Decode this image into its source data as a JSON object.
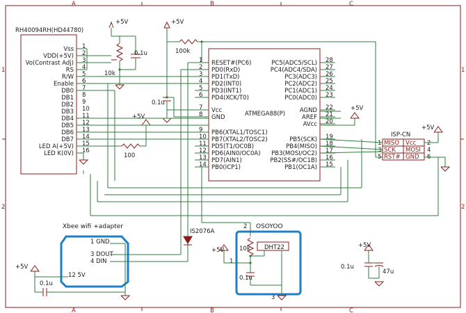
{
  "frame": {
    "columns": [
      "A",
      "B",
      "C"
    ],
    "rows": [
      "1",
      "2"
    ]
  },
  "lcd": {
    "title": "RH40094RH(HD44780)",
    "pins": [
      {
        "label": "Vss",
        "num": "1"
      },
      {
        "label": "VDD(+5V)",
        "num": "2"
      },
      {
        "label": "Vo(Contrast Adj)",
        "num": "3"
      },
      {
        "label": "RS",
        "num": "4"
      },
      {
        "label": "R/W",
        "num": "5"
      },
      {
        "label": "Enable",
        "num": "6"
      },
      {
        "label": "DB0",
        "num": "7"
      },
      {
        "label": "DB1",
        "num": "8"
      },
      {
        "label": "DB2",
        "num": "9"
      },
      {
        "label": "DB3",
        "num": "10"
      },
      {
        "label": "DB4",
        "num": "11"
      },
      {
        "label": "DB5",
        "num": "12"
      },
      {
        "label": "DB6",
        "num": "13"
      },
      {
        "label": "DB7",
        "num": "14"
      },
      {
        "label": "LED A(+5V)",
        "num": "15"
      },
      {
        "label": "LED K(0V)",
        "num": "16"
      }
    ]
  },
  "mcu": {
    "name": "ATMEGA88(P)",
    "left_pins": [
      {
        "num": "1",
        "label": "RESET#(PC6)"
      },
      {
        "num": "2",
        "label": "PD0(RxD)"
      },
      {
        "num": "3",
        "label": "PD1(TxD)"
      },
      {
        "num": "4",
        "label": "PD2(INT0)"
      },
      {
        "num": "5",
        "label": "PD3(INT1)"
      },
      {
        "num": "6",
        "label": "PD4(XCK/T0)"
      },
      {
        "num": "7",
        "label": "Vcc"
      },
      {
        "num": "8",
        "label": "GND"
      },
      {
        "num": "9",
        "label": "PB6(XTAL1/TOSC1)"
      },
      {
        "num": "10",
        "label": "PB7(XTAL2/TOSC2)"
      },
      {
        "num": "11",
        "label": "PD5(T1/OC0B)"
      },
      {
        "num": "12",
        "label": "PD6(AIN0/OC0A)"
      },
      {
        "num": "13",
        "label": "PD7(AIN1)"
      },
      {
        "num": "14",
        "label": "PB0(ICP1)"
      }
    ],
    "right_pins": [
      {
        "num": "28",
        "label": "PC5(ADC5/SCL)"
      },
      {
        "num": "27",
        "label": "PC4(ADC4/SDA)"
      },
      {
        "num": "26",
        "label": "PC3(ADC3)"
      },
      {
        "num": "25",
        "label": "PC2(ADC2)"
      },
      {
        "num": "24",
        "label": "PC1(ADC1)"
      },
      {
        "num": "23",
        "label": "PC0(ADC0)"
      },
      {
        "num": "22",
        "label": "AGND"
      },
      {
        "num": "21",
        "label": "AREF"
      },
      {
        "num": "20",
        "label": "AVcc"
      },
      {
        "num": "19",
        "label": "PB5(SCK)"
      },
      {
        "num": "18",
        "label": "PB4(MISO)"
      },
      {
        "num": "17",
        "label": "PB3(MOSI/OC2)"
      },
      {
        "num": "16",
        "label": "PB2(SS#/OC1B)"
      },
      {
        "num": "15",
        "label": "PB1(OC1A)"
      }
    ]
  },
  "isp": {
    "title": "ISP-CN",
    "left_nums": [
      "1",
      "3",
      "5"
    ],
    "right_nums": [
      "2",
      "4",
      "6"
    ],
    "cells": [
      "MISO",
      "Vcc",
      "SCK",
      "MOSI",
      "RST#",
      "GND"
    ]
  },
  "xbee": {
    "title": "Xbee wifi +adapter",
    "pins": [
      "1 GND",
      "3 DOUT",
      "4 DIN",
      "12 5V"
    ]
  },
  "dht": {
    "title": "OSOYOO",
    "part": "DHT22",
    "pins": [
      "2",
      "1",
      "3"
    ]
  },
  "parts": {
    "plus5v": "+5V",
    "r_contrast": "10k",
    "c_contrast": "0.1u",
    "r_reset": "100k",
    "c_vcc": "0.1u",
    "r_led": "100",
    "diode": "IS2076A",
    "c_xbee": "0.1u",
    "r_dht": "10k",
    "c_dht": "0.1u",
    "c_bypass": "0.1u",
    "c_bulk": "47u"
  }
}
